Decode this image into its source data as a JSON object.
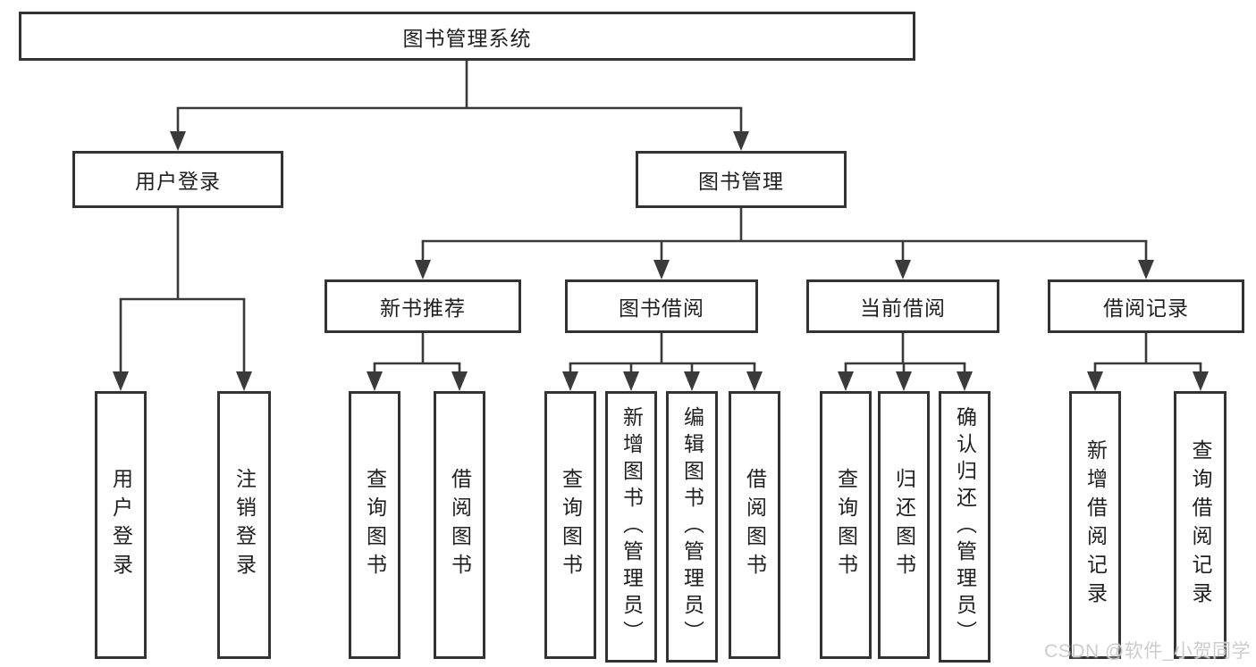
{
  "colors": {
    "background": "#ffffff",
    "box_border": "#333333",
    "connector_line": "#3a3a3a",
    "text": "#1f1f1f",
    "watermark": "#cccccc"
  },
  "watermark": {
    "text": "CSDN @软件_小贺同学"
  },
  "tree": {
    "root": {
      "label": "图书管理系统"
    },
    "level2": [
      {
        "label": "用户登录"
      },
      {
        "label": "图书管理"
      }
    ],
    "level3": [
      {
        "label": "新书推荐"
      },
      {
        "label": "图书借阅"
      },
      {
        "label": "当前借阅"
      },
      {
        "label": "借阅记录"
      }
    ],
    "leaves": [
      {
        "label": "用户登录"
      },
      {
        "label": "注销登录"
      },
      {
        "label": "查询图书"
      },
      {
        "label": "借阅图书"
      },
      {
        "label": "查询图书"
      },
      {
        "label": "新增图书（管理员）"
      },
      {
        "label": "编辑图书（管理员）"
      },
      {
        "label": "借阅图书"
      },
      {
        "label": "查询图书"
      },
      {
        "label": "归还图书"
      },
      {
        "label": "确认归还（管理员）"
      },
      {
        "label": "新增借阅记录"
      },
      {
        "label": "查询借阅记录"
      }
    ]
  }
}
